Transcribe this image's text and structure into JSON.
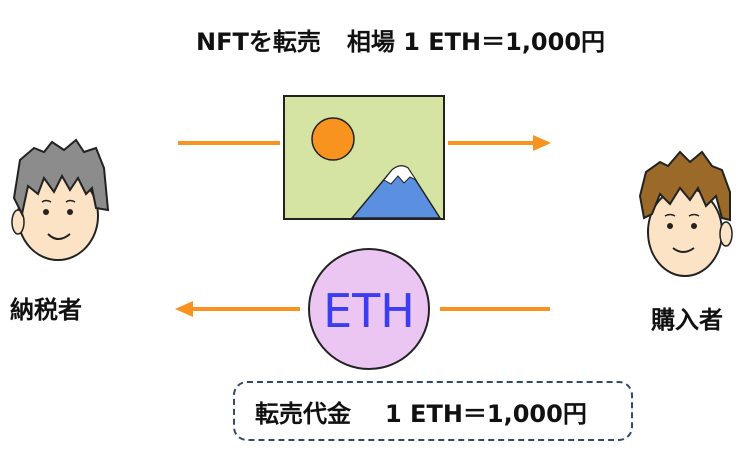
{
  "title": {
    "main": "NFTを転売",
    "rate": "相場 1 ETH＝1,000円"
  },
  "seller": {
    "label": "納税者"
  },
  "buyer": {
    "label": "購入者"
  },
  "coin": {
    "label": "ETH"
  },
  "payment": {
    "label": "転売代金",
    "amount": "1 ETH＝1,000円"
  },
  "colors": {
    "arrow": "#f7931e",
    "painting_bg": "#d5e3a3",
    "sun": "#f7931e",
    "mountain": "#5b8fe0",
    "coin_fill": "#ecc6f2",
    "coin_text": "#3c3cf0",
    "hair_seller": "#8c8c8c",
    "hair_buyer": "#9c6a28",
    "skin": "#fde3c5",
    "box_border": "#2f4a6d"
  }
}
